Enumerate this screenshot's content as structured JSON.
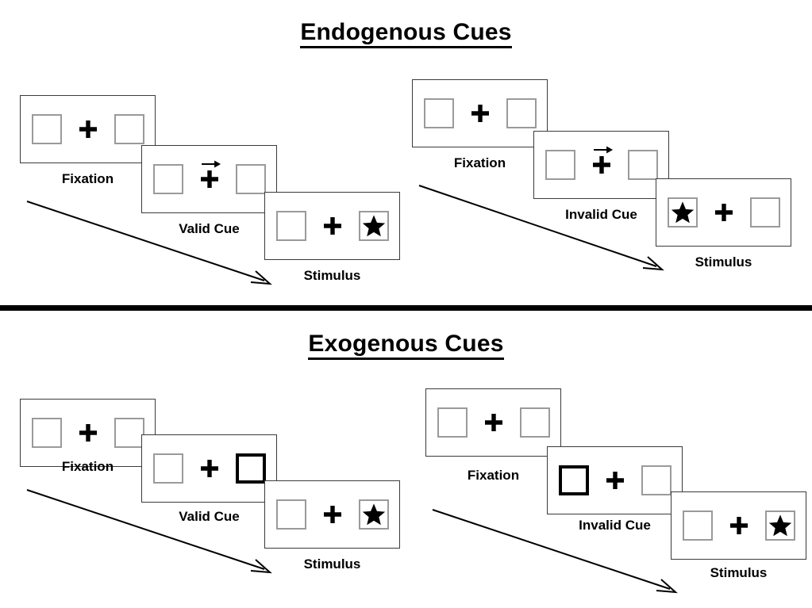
{
  "sections": [
    {
      "id": "endogenous",
      "title": "Endogenous Cues",
      "sequences": [
        {
          "id": "endogenous-valid",
          "panels": [
            {
              "id": "fixation",
              "caption": "Fixation",
              "left_box": "empty",
              "right_box": "empty",
              "center": "plus",
              "cue": "none"
            },
            {
              "id": "valid-cue",
              "caption": "Valid Cue",
              "left_box": "empty",
              "right_box": "empty",
              "center": "plus",
              "cue": "arrow-right"
            },
            {
              "id": "stimulus",
              "caption": "Stimulus",
              "left_box": "empty",
              "right_box": "star",
              "center": "plus",
              "cue": "none"
            }
          ]
        },
        {
          "id": "endogenous-invalid",
          "panels": [
            {
              "id": "fixation",
              "caption": "Fixation",
              "left_box": "empty",
              "right_box": "empty",
              "center": "plus",
              "cue": "none"
            },
            {
              "id": "invalid-cue",
              "caption": "Invalid Cue",
              "left_box": "empty",
              "right_box": "empty",
              "center": "plus",
              "cue": "arrow-right"
            },
            {
              "id": "stimulus",
              "caption": "Stimulus",
              "left_box": "star",
              "right_box": "empty",
              "center": "plus",
              "cue": "none"
            }
          ]
        }
      ]
    },
    {
      "id": "exogenous",
      "title": "Exogenous Cues",
      "sequences": [
        {
          "id": "exogenous-valid",
          "panels": [
            {
              "id": "fixation",
              "caption": "Fixation",
              "left_box": "empty",
              "right_box": "empty",
              "center": "plus",
              "cue": "none"
            },
            {
              "id": "valid-cue",
              "caption": "Valid Cue",
              "left_box": "empty",
              "right_box": "cued",
              "center": "plus",
              "cue": "none"
            },
            {
              "id": "stimulus",
              "caption": "Stimulus",
              "left_box": "empty",
              "right_box": "star",
              "center": "plus",
              "cue": "none"
            }
          ]
        },
        {
          "id": "exogenous-invalid",
          "panels": [
            {
              "id": "fixation",
              "caption": "Fixation",
              "left_box": "empty",
              "right_box": "empty",
              "center": "plus",
              "cue": "none"
            },
            {
              "id": "invalid-cue",
              "caption": "Invalid Cue",
              "left_box": "cued",
              "right_box": "empty",
              "center": "plus",
              "cue": "none"
            },
            {
              "id": "stimulus",
              "caption": "Stimulus",
              "left_box": "empty",
              "right_box": "star",
              "center": "plus",
              "cue": "none"
            }
          ]
        }
      ]
    }
  ],
  "colors": {
    "box_border": "#9a9a9a",
    "cued_box_border": "#000000",
    "frame_border": "#3a3a3a",
    "ink": "#000000",
    "background": "#ffffff"
  }
}
